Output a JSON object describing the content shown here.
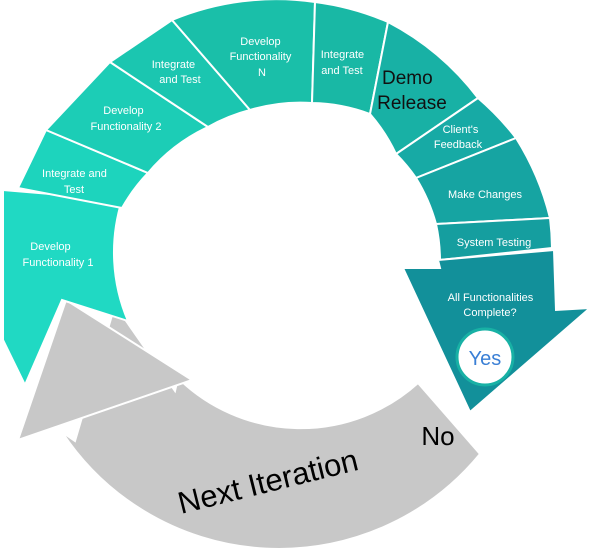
{
  "segments": [
    {
      "id": "develop-functionality-1",
      "lines": [
        "Develop",
        "Functionality 1"
      ],
      "color": "#20d9c3"
    },
    {
      "id": "integrate-and-test-1",
      "lines": [
        "Integrate and",
        "Test"
      ],
      "color": "#1dd4bd"
    },
    {
      "id": "develop-functionality-2",
      "lines": [
        "Develop",
        "Functionality 2"
      ],
      "color": "#1ccdb6"
    },
    {
      "id": "integrate-and-test-2",
      "lines": [
        "Integrate",
        "and Test"
      ],
      "color": "#1bc6b0"
    },
    {
      "id": "develop-functionality-n",
      "lines": [
        "Develop",
        "Functionality",
        "N"
      ],
      "color": "#1abfa9"
    },
    {
      "id": "integrate-and-test-3",
      "lines": [
        "Integrate",
        "and Test"
      ],
      "color": "#19b8a5"
    },
    {
      "id": "demo-release",
      "lines": [
        "Demo",
        "Release"
      ],
      "color": "#18b1a5",
      "large": true
    },
    {
      "id": "clients-feedback",
      "lines": [
        "Client's",
        "Feedback"
      ],
      "color": "#17aaa5"
    },
    {
      "id": "make-changes",
      "lines": [
        "Make Changes"
      ],
      "color": "#16a4a2"
    },
    {
      "id": "system-testing",
      "lines": [
        "System Testing"
      ],
      "color": "#159e9f"
    },
    {
      "id": "all-functionalities-complete",
      "lines": [
        "All Functionalities",
        "Complete?"
      ],
      "color": "#12909a"
    }
  ],
  "decision": {
    "yes_label": "Yes",
    "no_label": "No"
  },
  "loop_label": "Next Iteration",
  "colors": {
    "loop_arrow": "#c8c8c8",
    "yes_circle_fill": "#ffffff",
    "yes_circle_stroke": "#18b1a5"
  }
}
